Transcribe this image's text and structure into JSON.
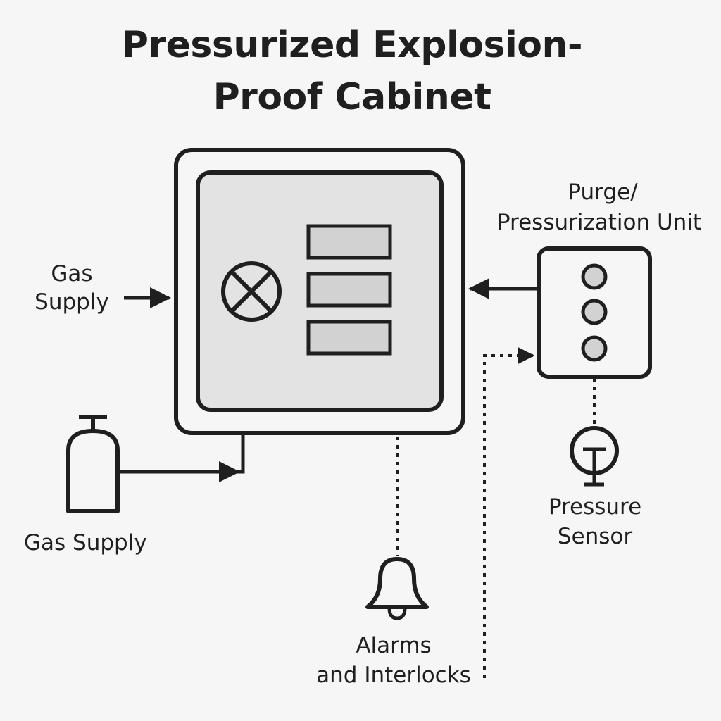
{
  "title": {
    "line1": "Pressurized Explosion-",
    "line2": "Proof Cabinet"
  },
  "labels": {
    "gas_supply_top": [
      "Gas",
      "Supply"
    ],
    "gas_supply_bottom": "Gas Supply",
    "purge_unit": [
      "Purge/",
      "Pressurization Unit"
    ],
    "pressure_sensor": [
      "Pressure",
      "Sensor"
    ],
    "alarms": [
      "Alarms",
      "and Interlocks"
    ]
  },
  "icons": {
    "valve": "circle-x-icon",
    "panel_slots": "rectangle-icon",
    "indicator_lights": "circle-icon",
    "gas_cylinder": "gas-cylinder-icon",
    "pressure_gauge": "gauge-icon",
    "bell": "bell-icon"
  },
  "colors": {
    "stroke": "#1f1f1f",
    "panel_fill": "#e3e3e3",
    "slot_fill": "#d2d2d2",
    "background": "#f6f6f6"
  }
}
